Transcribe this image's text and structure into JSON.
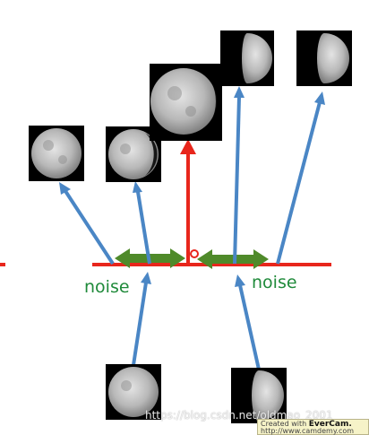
{
  "labels": {
    "noise_left": "noise",
    "noise_right": "noise"
  },
  "watermark": {
    "text": "https://blog.csdn.net/oldmao_2001",
    "evercam_prefix": "Created with ",
    "evercam_brand": "EverCam.",
    "evercam_url": "http://www.camdemy.com"
  },
  "colors": {
    "red_axis": "#e8261c",
    "blue_arrow": "#4a86c5",
    "green_arrow": "#4f8a2a",
    "moon_frame": "#000000"
  },
  "icons": {
    "moon_phases": [
      "full-moon",
      "waxing-gibbous-moon",
      "gibbous-moon",
      "first-quarter-moon",
      "waxing-crescent-moon"
    ]
  }
}
